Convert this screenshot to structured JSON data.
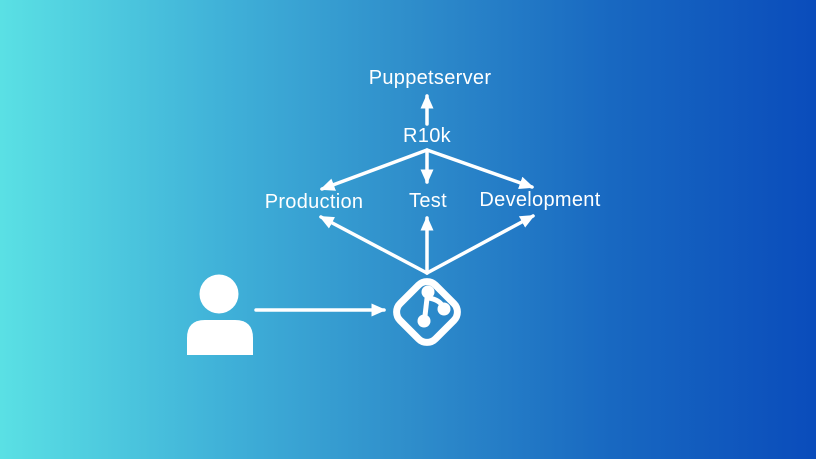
{
  "background": {
    "gradient_direction": "left-to-right",
    "gradient_left": "#5ae0e4",
    "gradient_middle": "#2f8ecb",
    "gradient_right": "#0a4cbb"
  },
  "foreground_color": "#ffffff",
  "diagram": {
    "nodes": [
      {
        "id": "puppetserver",
        "label": "Puppetserver"
      },
      {
        "id": "r10k",
        "label": "R10k"
      },
      {
        "id": "production",
        "label": "Production"
      },
      {
        "id": "test",
        "label": "Test"
      },
      {
        "id": "development",
        "label": "Development"
      },
      {
        "id": "git-repo",
        "icon": "git-logo-icon"
      },
      {
        "id": "user",
        "icon": "person-icon"
      }
    ],
    "edges": [
      {
        "from": "r10k",
        "to": "puppetserver"
      },
      {
        "from": "r10k",
        "to": "production"
      },
      {
        "from": "r10k",
        "to": "test"
      },
      {
        "from": "r10k",
        "to": "development"
      },
      {
        "from": "git-repo",
        "to": "production"
      },
      {
        "from": "git-repo",
        "to": "test"
      },
      {
        "from": "git-repo",
        "to": "development"
      },
      {
        "from": "user",
        "to": "git-repo"
      }
    ]
  }
}
